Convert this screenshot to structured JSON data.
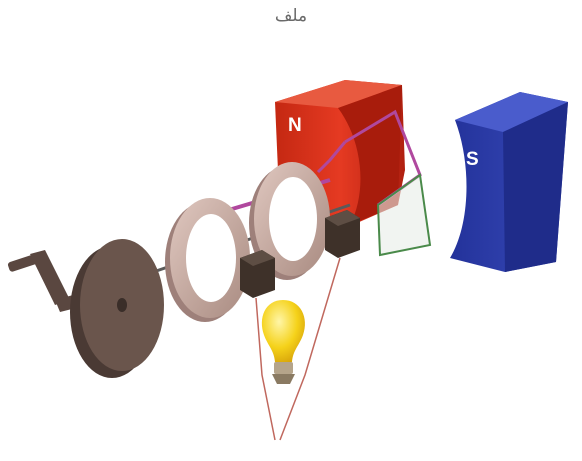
{
  "caption": "ملف",
  "north_label": "N",
  "south_label": "S",
  "colors": {
    "north_magnet": "#d8311c",
    "south_magnet": "#2e3fa8",
    "coil": "#b0489e",
    "slip_ring": "#c9ada4",
    "brush": "#4a3d34",
    "wheel": "#5a4740",
    "bulb": "#f5d21a",
    "wire": "#c0685e"
  }
}
